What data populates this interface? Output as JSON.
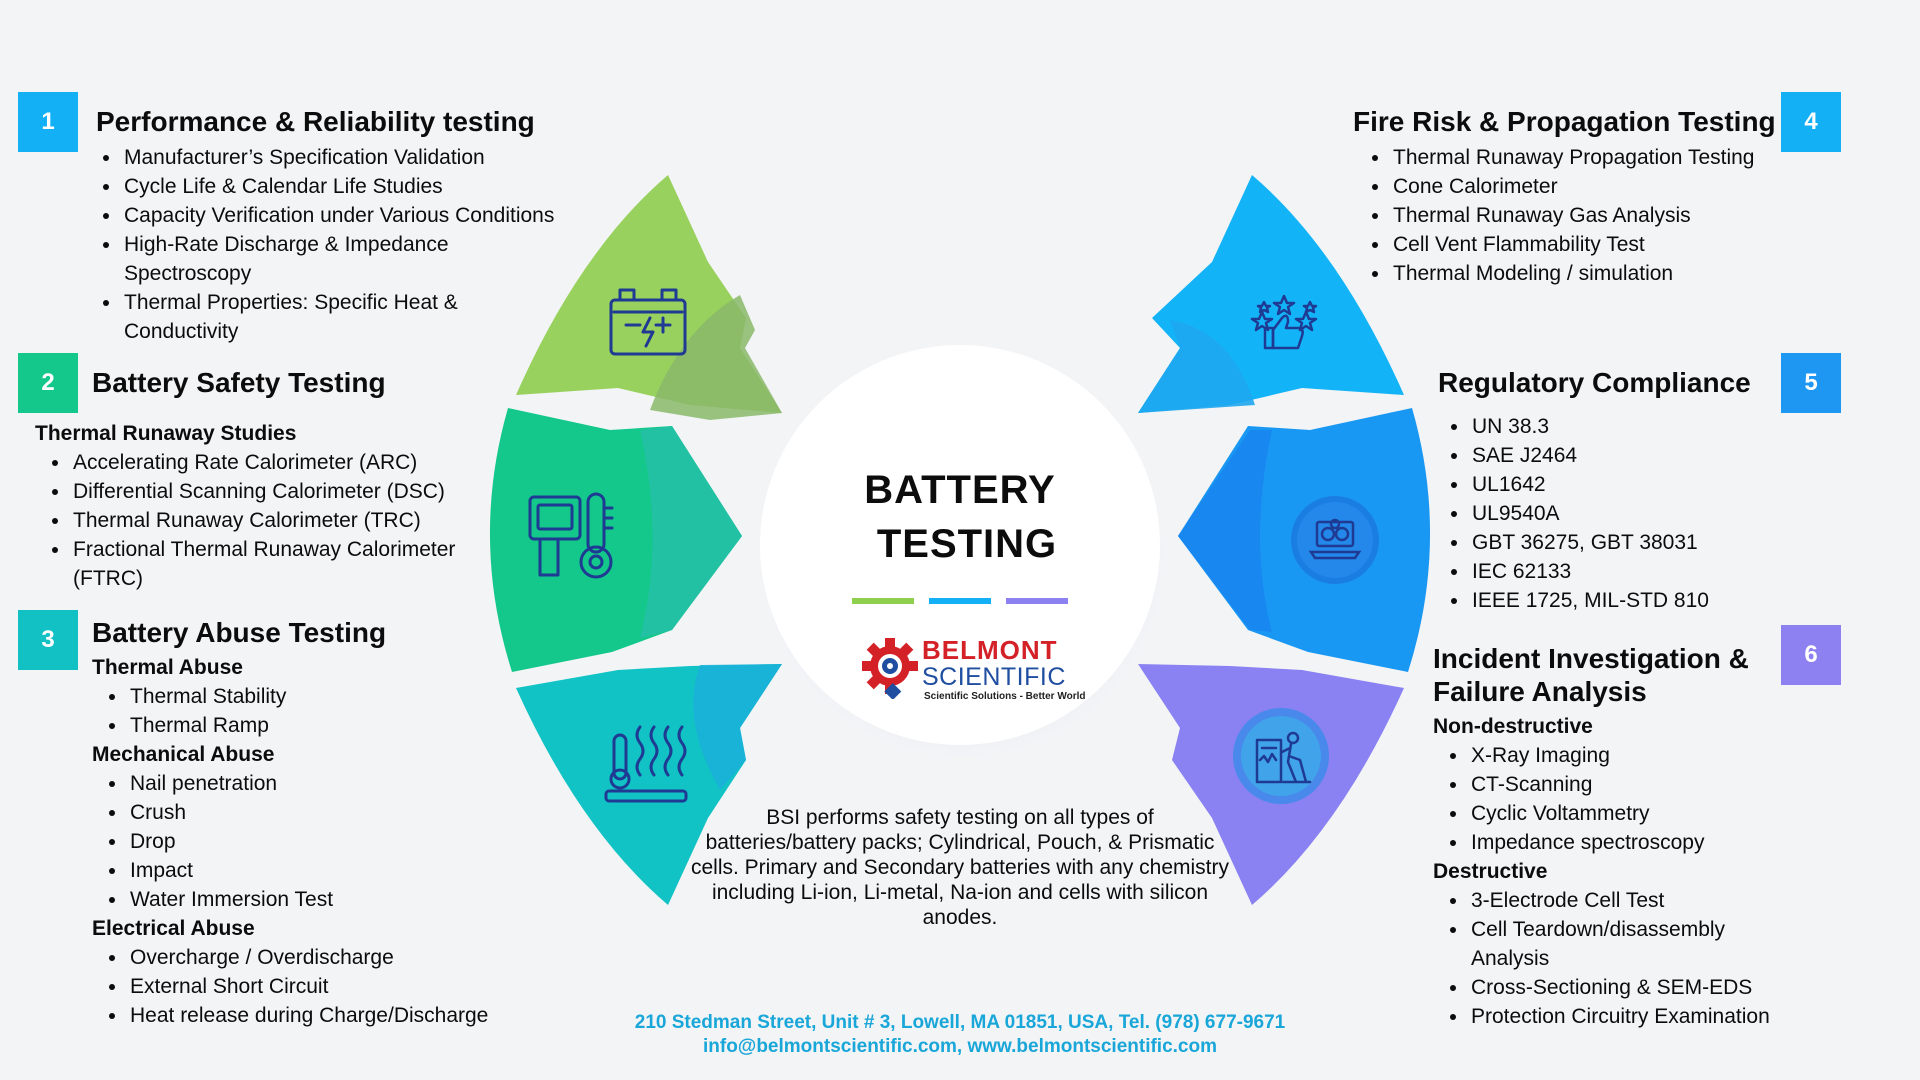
{
  "center": {
    "title_line1": "BATTERY",
    "title_line2": "TESTING",
    "description": "BSI performs safety testing on all types of batteries/battery packs; Cylindrical, Pouch, & Prismatic cells. Primary and Secondary batteries with any chemistry including Li-ion, Li-metal, Na-ion and cells with silicon anodes."
  },
  "logo": {
    "name_line1": "BELMONT",
    "name_line2": "SCIENTIFIC",
    "tagline": "Scientific Solutions - Better World",
    "icon": "gear-eye-logo"
  },
  "footer": {
    "address": "210 Stedman Street, Unit # 3, Lowell, MA 01851, USA, Tel. (978) 677-9671",
    "contact": "info@belmontscientific.com, www.belmontscientific.com"
  },
  "colors": {
    "green": "#8fd14f",
    "teal_green": "#15c48a",
    "teal": "#11c1c4",
    "sky": "#13b0f5",
    "blue": "#1d97f2",
    "violet": "#8d81f1",
    "icon_stroke": "#1f3a93"
  },
  "icons": [
    "battery-icon",
    "thermometer-device-icon",
    "heat-element-icon",
    "stars-thumbs-up-icon",
    "compliance-laptop-icon",
    "investigation-icon"
  ],
  "sections": [
    {
      "number": "1",
      "title": "Performance  & Reliability testing",
      "items": [
        "Manufacturer’s Specification Validation",
        "Cycle Life & Calendar Life Studies",
        "Capacity Verification under Various Conditions",
        "High-Rate Discharge & Impedance Spectroscopy",
        "Thermal Properties: Specific Heat & Conductivity"
      ]
    },
    {
      "number": "2",
      "title": "Battery Safety Testing",
      "groups": [
        {
          "heading": "Thermal Runaway Studies",
          "items": [
            "Accelerating Rate Calorimeter (ARC)",
            "Differential Scanning Calorimeter (DSC)",
            "Thermal Runaway Calorimeter (TRC)",
            "Fractional Thermal Runaway Calorimeter (FTRC)"
          ]
        }
      ]
    },
    {
      "number": "3",
      "title": "Battery Abuse Testing",
      "groups": [
        {
          "heading": "Thermal Abuse",
          "items": [
            "Thermal Stability",
            "Thermal Ramp"
          ]
        },
        {
          "heading": "Mechanical Abuse",
          "items": [
            "Nail penetration",
            "Crush",
            "Drop",
            "Impact",
            "Water Immersion Test"
          ]
        },
        {
          "heading": "Electrical Abuse",
          "items": [
            "Overcharge / Overdischarge",
            "External Short Circuit",
            "Heat release during Charge/Discharge"
          ]
        }
      ]
    },
    {
      "number": "4",
      "title": "Fire Risk & Propagation Testing",
      "items": [
        "Thermal Runaway Propagation Testing",
        "Cone Calorimeter",
        "Thermal Runaway Gas Analysis",
        "Cell Vent Flammability Test",
        "Thermal Modeling / simulation"
      ]
    },
    {
      "number": "5",
      "title": "Regulatory Compliance",
      "items": [
        "UN 38.3",
        "SAE J2464",
        "UL1642",
        "UL9540A",
        "GBT 36275, GBT 38031",
        "IEC 62133",
        "IEEE 1725, MIL-STD 810"
      ]
    },
    {
      "number": "6",
      "title_line1": "Incident Investigation &",
      "title_line2": "Failure Analysis",
      "groups": [
        {
          "heading": "Non-destructive",
          "items": [
            "X-Ray Imaging",
            "CT-Scanning",
            "Cyclic Voltammetry",
            "Impedance spectroscopy"
          ]
        },
        {
          "heading": "Destructive",
          "items": [
            "3-Electrode Cell Test",
            "Cell Teardown/disassembly Analysis",
            "Cross-Sectioning & SEM-EDS",
            "Protection Circuitry Examination"
          ]
        }
      ]
    }
  ]
}
